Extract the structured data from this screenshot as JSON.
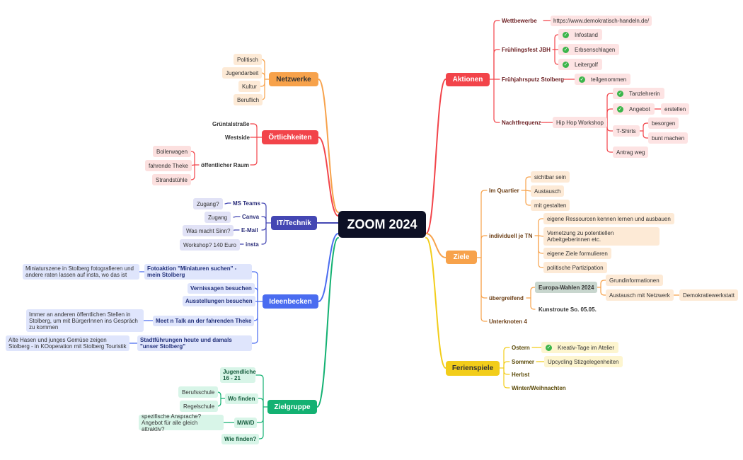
{
  "colors": {
    "red": "#f2444a",
    "red_fill": "#fde3e3",
    "red_text": "#6e2225",
    "orange": "#f7a24b",
    "orange_fill": "#fdead6",
    "orange_text": "#6c3f16",
    "coral": "#f2444a",
    "coral_fill": "#fce0df",
    "indigo": "#4447b3",
    "indigo_fill": "#e1e2f6",
    "indigo_text": "#2b2e7a",
    "blue": "#4a6cf0",
    "blue_fill": "#dfe5fc",
    "blue_text": "#24327a",
    "green": "#13b172",
    "green_fill": "#d8f5e8",
    "green_text": "#145b3c",
    "yellow": "#f2cd1a",
    "yellow_fill": "#fdf5cf",
    "yellow_text": "#5b4a08",
    "center": "#0d1025",
    "check": "#3bb54a"
  },
  "center": {
    "label": "ZOOM 2024"
  },
  "aktionen": {
    "label": "Aktionen",
    "wettbewerbe": "Wettbewerbe",
    "wettbewerbe_url": "https://www.demokratisch-handeln.de/",
    "fruehlingsfest": "Frühlingsfest JBH",
    "infostand": "Infostand",
    "erbsenschlagen": "Erbsenschlagen",
    "leitergolf": "Leitergolf",
    "fruehjahrsputz": "Frühjahrsputz Stolberg",
    "teilgenommen": "teilgenommen",
    "nachtfrequenz": "Nachtfrequenz",
    "hiphop": "Hip Hop Workshop",
    "tanzlehrerin": "Tanzlehrerin",
    "angebot": "Angebot",
    "erstellen": "erstellen",
    "tshirts": "T-Shirts",
    "besorgen": "besorgen",
    "bunt": "bunt machen",
    "antrag": "Antrag weg"
  },
  "ziele": {
    "label": "Ziele",
    "quartier": "Im Quartier",
    "sichtbar": "sichtbar sein",
    "austausch": "Austausch",
    "mitgestalten": "mit gestalten",
    "individuell": "individuell je TN",
    "ressourcen": "eigene Ressourcen kennen lernen und ausbauen",
    "vernetzung": "Vernetzung zu potentiellen Arbeitgeberinnen etc.",
    "zieleform": "eigene Ziele formulieren",
    "partizipation": "politische Partizipation",
    "uebergreifend": "übergreifend",
    "europa": "Europa-Wahlen 2024",
    "grundinfo": "Grundinformationen",
    "austausch_netz": "Austausch mit Netzwerk",
    "demokratie": "Demokratiewerkstatt",
    "kunstroute": "Kunstroute So. 05.05.",
    "unterknoten": "Unterknoten 4"
  },
  "ferienspiele": {
    "label": "Ferienspiele",
    "ostern": "Ostern",
    "kreativ": "Kreativ-Tage im Atelier",
    "sommer": "Sommer",
    "upcycling": "Upcycling Stizgelegenheiten",
    "herbst": "Herbst",
    "winter": "Winter/Weihnachten"
  },
  "netzwerke": {
    "label": "Netzwerke",
    "items": [
      "Politisch",
      "Jugendarbeit",
      "Kultur",
      "Beruflich"
    ]
  },
  "oertlichkeiten": {
    "label": "Örtlichkeiten",
    "gruental": "Grüntalstraße",
    "westside": "Westside",
    "raum": "öffentlicher Raum",
    "boller": "Bollerwagen",
    "theke": "fahrende Theke",
    "strand": "Strandstühle"
  },
  "it": {
    "label": "IT/Technik",
    "msteams": "MS Teams",
    "zugang_q": "Zugang?",
    "canva": "Canva",
    "zugang": "Zugang",
    "email": "E-Mail",
    "sinn": "Was macht Sinn?",
    "insta": "insta",
    "workshop": "Workshop? 140 Euro"
  },
  "ideen": {
    "label": "Ideenbecken",
    "fotoaktion": "Fotoaktion \"Miniaturen suchen\" - mein Stolberg",
    "fotoaktion_note": "Miniaturszene in Stolberg fotografieren und andere raten lassen auf insta, wo das ist",
    "vernissagen": "Vernissagen besuchen",
    "ausstellungen": "Ausstellungen besuchen",
    "meet": "Meet n Talk an der fahrenden Theke",
    "meet_note": "Immer an anderen öffentlichen Stellen in Stolberg, um mit BürgerInnen ins Gespräch zu kommen",
    "stadt": "Stadtführungen heute und damals \"unser Stolberg\"",
    "stadt_note": "Alte Hasen und junges Gemüse zeigen Stolberg - in KOoperation mit Stolberg Touristik"
  },
  "zielgruppe": {
    "label": "Zielgruppe",
    "jugendliche": "Jugendliche 16 - 21",
    "wofinden": "Wo finden",
    "berufsschule": "Berufsschule",
    "regelschule": "Regelschule",
    "mwd": "M/W/D",
    "ansprache": "spezifische Ansprache? Angebot für alle gleich attraktiv?",
    "wiefinden": "Wie finden?"
  }
}
